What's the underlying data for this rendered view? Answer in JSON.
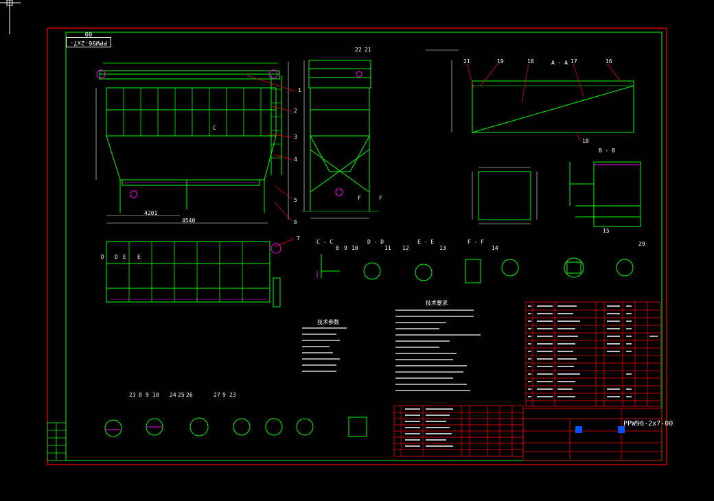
{
  "drawing": {
    "code_top": "PPW96-2x7-00",
    "code_titleblock": "PPW96-2x7-00"
  },
  "colors": {
    "background": "#000000",
    "frame": "#ff0000",
    "geometry": "#00ff00",
    "dimension": "#ffffff",
    "leader": "#ff0000",
    "accent": "#ff00ff",
    "marker": "#0055ff"
  },
  "callouts": {
    "main_view": [
      "1",
      "2",
      "3",
      "4",
      "5",
      "6",
      "7"
    ],
    "side_top": [
      "22",
      "21"
    ],
    "aa_view": [
      "21",
      "19",
      "18",
      "17",
      "16"
    ],
    "aa_bottom": "18",
    "bb_callout": "15",
    "section_row": [
      "8",
      "9",
      "10",
      "11",
      "12",
      "13",
      "14",
      "29"
    ],
    "bottom_row": [
      "23",
      "8",
      "9",
      "10",
      "24",
      "25",
      "26",
      "27",
      "9",
      "23"
    ]
  },
  "section_labels": {
    "aa": "A - A",
    "bb": "B - B",
    "cc": "C - C",
    "dd": "D - D",
    "ee": "E - E",
    "ff": "F - F",
    "f_mark": "F",
    "c_mark": "C",
    "d_mark": "D",
    "e_mark": "E"
  },
  "dimensions": {
    "width_total": "4201",
    "width_overall": "4540"
  },
  "notes": {
    "tech_title": "技术要求",
    "spec_title": "技术参数"
  }
}
